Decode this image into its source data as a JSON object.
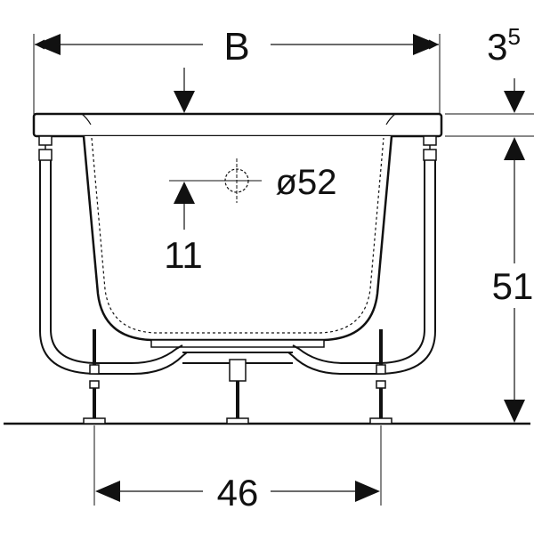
{
  "colors": {
    "stroke": "#111111",
    "background": "#ffffff"
  },
  "dimensions": {
    "overall_width_label": "B",
    "rim_thickness_main": "3",
    "rim_thickness_sup": "5",
    "outlet_diameter_label": "ø52",
    "outlet_height_label": "11",
    "overall_height_label": "51",
    "leg_spacing_label": "46"
  }
}
